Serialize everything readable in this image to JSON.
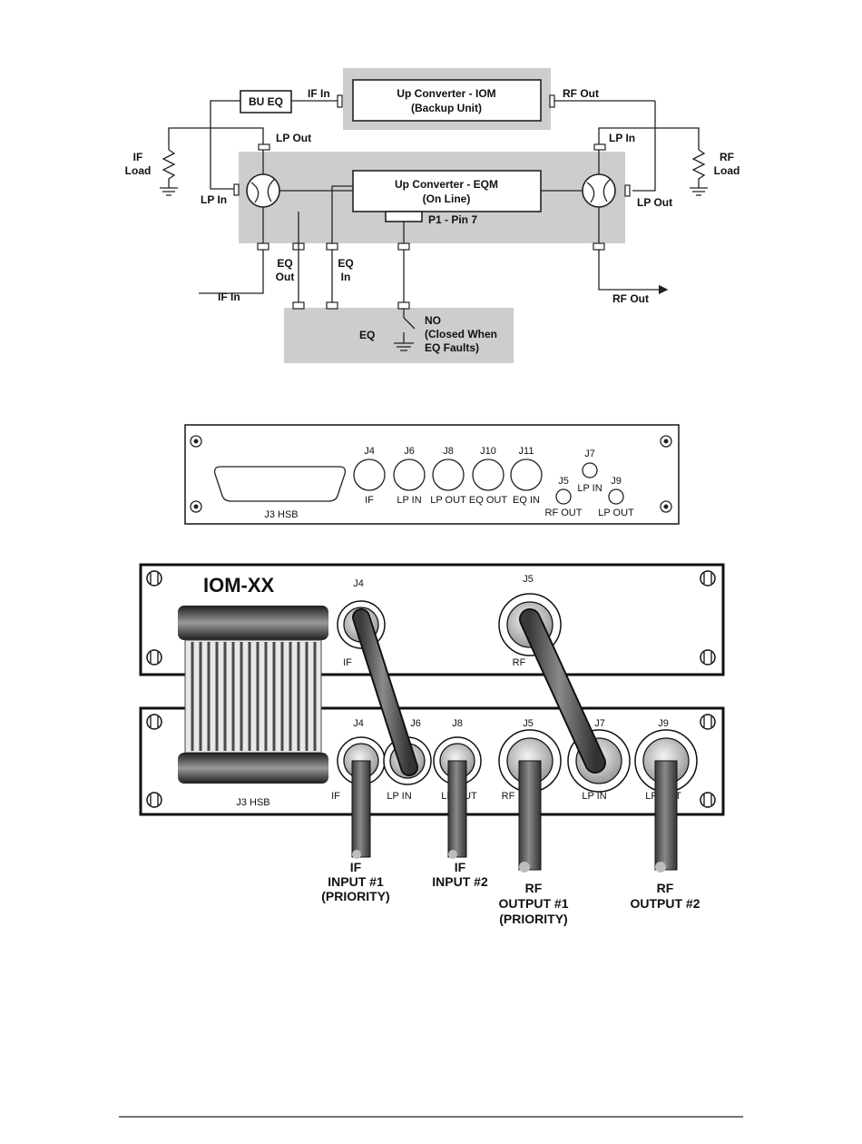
{
  "diagram1": {
    "iom_title": "Up Converter - IOM",
    "iom_subtitle": "(Backup Unit)",
    "eqm_title": "Up Converter - EQM",
    "eqm_subtitle": "(On Line)",
    "bu_eq": "BU EQ",
    "if_in_top": "IF In",
    "rf_out_top": "RF Out",
    "lp_out_left": "LP Out",
    "lp_in_left": "LP In",
    "lp_in_right": "LP In",
    "lp_out_right": "LP Out",
    "if_load": [
      "IF",
      "Load"
    ],
    "rf_load": [
      "RF",
      "Load"
    ],
    "p1_pin": "P1 - Pin 7",
    "eq_out": [
      "EQ",
      "Out"
    ],
    "eq_in": [
      "EQ",
      "In"
    ],
    "if_in_bottom": "IF In",
    "rf_out_bottom": "RF Out",
    "eq": "EQ",
    "no_label": [
      "NO",
      "(Closed When",
      "EQ Faults)"
    ]
  },
  "panel": {
    "ports": [
      {
        "id": "J4",
        "label": "IF"
      },
      {
        "id": "J6",
        "label": "LP IN"
      },
      {
        "id": "J8",
        "label": "LP OUT"
      },
      {
        "id": "J10",
        "label": "EQ OUT"
      },
      {
        "id": "J11",
        "label": "EQ IN"
      }
    ],
    "small_ports": [
      {
        "id": "J5",
        "label": "RF OUT"
      },
      {
        "id": "J7",
        "label": "LP IN"
      },
      {
        "id": "J9",
        "label": "LP OUT"
      }
    ],
    "connector": "J3 HSB"
  },
  "photo": {
    "title": "IOM-XX",
    "top_ports": [
      {
        "id": "J4",
        "label": "IF"
      },
      {
        "id": "J5",
        "label": "RF"
      }
    ],
    "bottom_ports": [
      {
        "id": "J4",
        "label": "IF"
      },
      {
        "id": "J6",
        "label": "LP IN"
      },
      {
        "id": "J8",
        "label": "LP OUT"
      },
      {
        "id": "J5",
        "label": "RF"
      },
      {
        "id": "J7",
        "label": "LP IN"
      },
      {
        "id": "J9",
        "label": "LP OUT"
      }
    ],
    "connector": "J3 HSB",
    "cable_labels": [
      [
        "IF",
        "INPUT #1",
        "(PRIORITY)"
      ],
      [
        "IF",
        "INPUT #2"
      ],
      [
        "RF",
        "OUTPUT #1",
        "(PRIORITY)"
      ],
      [
        "RF",
        "OUTPUT #2"
      ]
    ]
  }
}
